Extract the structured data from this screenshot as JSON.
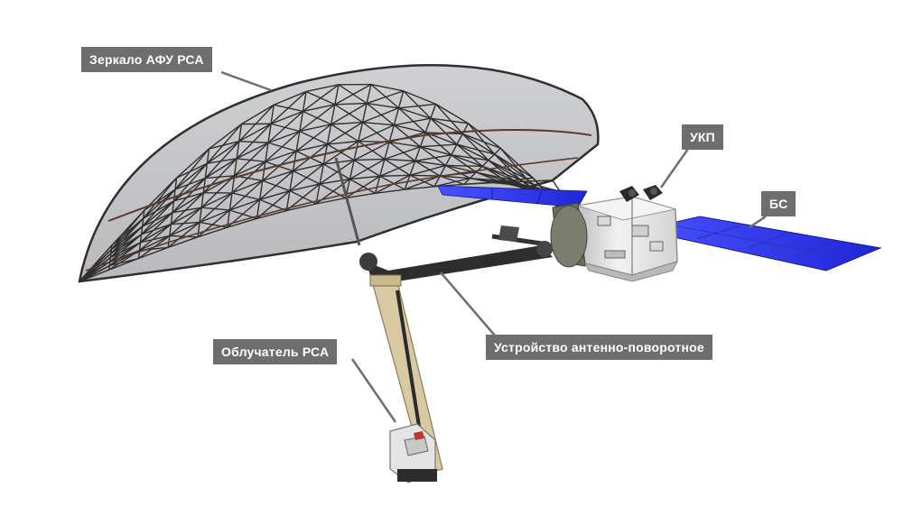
{
  "labels": {
    "mirror": "Зеркало АФУ РСА",
    "ukp": "УКП",
    "bs": "БС",
    "feed": "Облучатель РСА",
    "rotator": "Устройство антенно-поворотное"
  },
  "colors": {
    "callout_bg": "#6e6e6e",
    "callout_text": "#ffffff",
    "solar_panel": "#2a31e8",
    "truss": "#3a3a3a",
    "bus_body": "#e6e6e6",
    "boom": "#2d2d2d",
    "mast": "#d8c9a3"
  }
}
